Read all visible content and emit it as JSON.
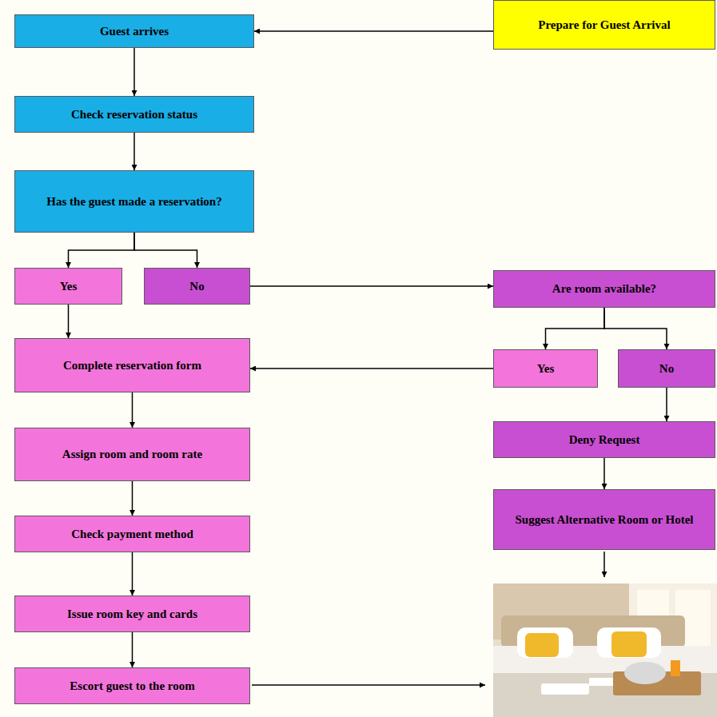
{
  "diagram": {
    "nodes": [
      {
        "text": [
          "Guest arrives"
        ]
      },
      {
        "text": [
          "Prepare for Guest Arrival"
        ]
      },
      {
        "text": [
          "Check reservation status"
        ]
      },
      {
        "text": [
          "Has the guest made a reservation?"
        ]
      },
      {
        "text": [
          "Yes"
        ]
      },
      {
        "text": [
          "No"
        ]
      },
      {
        "text": [
          "Are room available?"
        ]
      },
      {
        "text": [
          "Complete reservation form"
        ]
      },
      {
        "text": [
          "Yes"
        ]
      },
      {
        "text": [
          "No"
        ]
      },
      {
        "text": [
          "Assign room and room rate"
        ]
      },
      {
        "text": [
          "Deny Request"
        ]
      },
      {
        "text": [
          "Check payment method"
        ]
      },
      {
        "text": [
          "Suggest Alternative Room or Hotel"
        ]
      },
      {
        "text": [
          "Issue room key and cards"
        ]
      },
      {
        "text": [
          "Escort guest to the room"
        ]
      }
    ],
    "edges": [
      {
        "from": 1,
        "to": 0,
        "arrow": "to"
      },
      {
        "from": 0,
        "to": 2,
        "arrow": "to"
      },
      {
        "from": 2,
        "to": 3,
        "arrow": "to"
      },
      {
        "from": 3,
        "to": 4,
        "arrow": "to"
      },
      {
        "from": 3,
        "to": 5,
        "arrow": "to"
      },
      {
        "from": 4,
        "to": 7,
        "arrow": "to"
      },
      {
        "from": 5,
        "to": 6,
        "arrow": "to"
      },
      {
        "from": 6,
        "to": 8,
        "arrow": "to"
      },
      {
        "from": 6,
        "to": 9,
        "arrow": "to"
      },
      {
        "from": 8,
        "to": 7,
        "arrow": "to"
      },
      {
        "from": 9,
        "to": 11,
        "arrow": "to"
      },
      {
        "from": 11,
        "to": 13,
        "arrow": "to"
      },
      {
        "from": 7,
        "to": 10,
        "arrow": "to"
      },
      {
        "from": 10,
        "to": 12,
        "arrow": "to"
      },
      {
        "from": 12,
        "to": 14,
        "arrow": "to"
      },
      {
        "from": 14,
        "to": 15,
        "arrow": "to"
      }
    ]
  }
}
